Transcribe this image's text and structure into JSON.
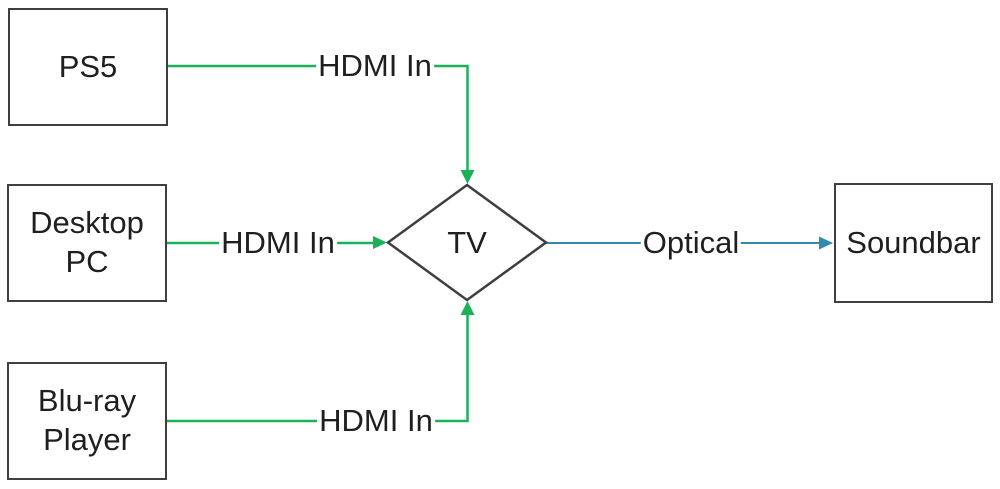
{
  "diagram": {
    "type": "connection-flowchart",
    "nodes": [
      {
        "id": "ps5",
        "label": "PS5",
        "shape": "rectangle"
      },
      {
        "id": "desktop-pc",
        "label": "Desktop PC",
        "shape": "rectangle"
      },
      {
        "id": "blu-ray-player",
        "label": "Blu-ray Player",
        "shape": "rectangle"
      },
      {
        "id": "tv",
        "label": "TV",
        "shape": "diamond"
      },
      {
        "id": "soundbar",
        "label": "Soundbar",
        "shape": "rectangle"
      }
    ],
    "edges": [
      {
        "from": "PS5",
        "to": "TV",
        "label": "HDMI In",
        "color": "#1ab159"
      },
      {
        "from": "Desktop PC",
        "to": "TV",
        "label": "HDMI In",
        "color": "#1ab159"
      },
      {
        "from": "Blu-ray Player",
        "to": "TV",
        "label": "HDMI In",
        "color": "#1ab159"
      },
      {
        "from": "TV",
        "to": "Soundbar",
        "label": "Optical",
        "color": "#3189ab"
      }
    ]
  },
  "colors": {
    "hdmi_connector": "#1ab159",
    "optical_connector": "#3189ab",
    "node_border": "#3f3f3f",
    "text": "#1f1f1f",
    "background": "#ffffff"
  }
}
